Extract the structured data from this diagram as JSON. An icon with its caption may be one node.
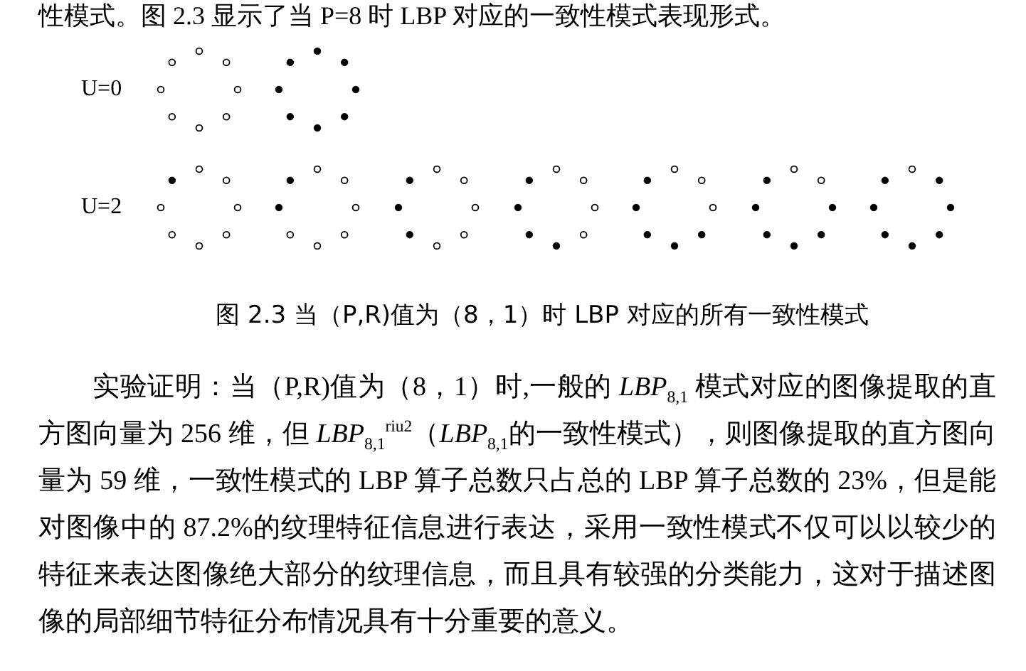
{
  "diagram": {
    "caption": "图 2.3 当（P,R)值为（8，1）时 LBP 对应的所有一致性模式",
    "labels": [
      "性模式。图 2.3 显示了当 P=8 时 LBP 对应的一致性模式表现形式。",
      "U=0",
      "U=2",
      "实验证明：当（P,R)值为（8，1）时,一般的 *LBP*$_{8,1}$ 模式对应的图像提取的直方图向量为 256 维，但 *LBP*$_{8,1}$$^{riu2}$（*LBP*$_{8,1}$的一致性模式），则图像提取的直方图向量为 59 维，一致性模式的 LBP 算子总数只占总的 LBP 算子总数的 23%，但是能对图像中的 87.2%的纹理特征信息进行表达，采用一致性模式不仅可以以较少的特征来表达图像绝大部分的纹理信息，而且具有较强的分类能力，这对于描述图像的局部细节特征分布情况具有十分重要的意义。"
    ]
  }
}
